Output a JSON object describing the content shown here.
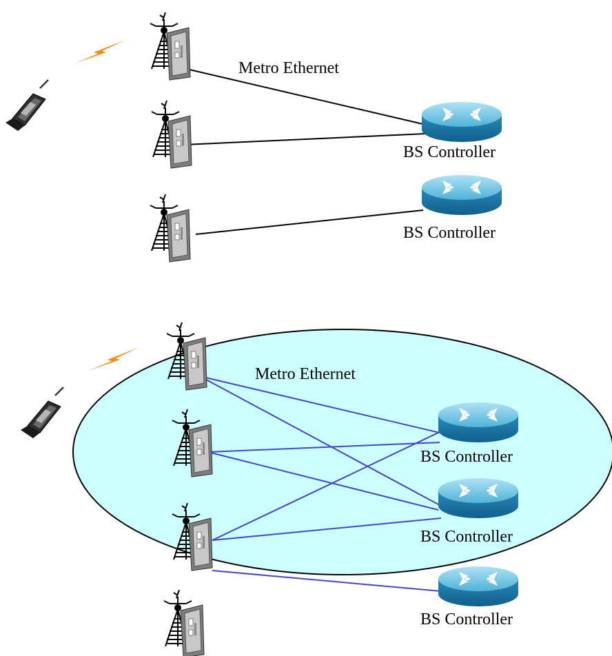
{
  "top_diagram": {
    "network_label": "Metro Ethernet",
    "link_color": "#000000",
    "controllers": [
      {
        "label": "BS Controller"
      },
      {
        "label": "BS Controller"
      }
    ]
  },
  "bottom_diagram": {
    "network_label": "Metro Ethernet",
    "link_color": "#4444cc",
    "cloud_fill": "#ccffff",
    "controllers": [
      {
        "label": "BS Controller"
      },
      {
        "label": "BS Controller"
      },
      {
        "label": "BS Controller"
      }
    ]
  },
  "icons": {
    "phone": "mobile-phone-icon",
    "tower": "base-station-tower-icon",
    "router": "router-icon",
    "signal": "lightning-signal-icon"
  }
}
